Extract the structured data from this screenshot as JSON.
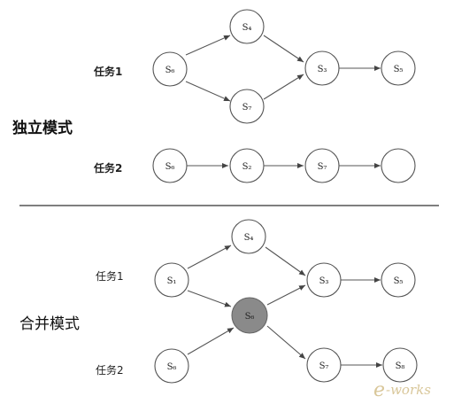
{
  "labels": {
    "independent_mode": "独立模式",
    "merged_mode": "合并模式",
    "top_task1": "任务1",
    "top_task2": "任务2",
    "bottom_task1": "任务1",
    "bottom_task2": "任务2"
  },
  "top_nodes": {
    "task1_start": "S₆",
    "branch_upper": "S₄",
    "branch_lower": "S₇",
    "join": "S₃",
    "end": "S₅",
    "task2_start": "S₆",
    "task2_mid": "S₂",
    "task2_next": "S₇",
    "task2_end": ""
  },
  "bottom_nodes": {
    "task1_start": "S₁",
    "branch_upper": "S₄",
    "shared": "S₆",
    "join": "S₃",
    "end": "S₅",
    "task2_start": "S₆",
    "task2_next": "S₇",
    "task2_end": "S₈"
  },
  "watermark": {
    "e": "e",
    "text": "-works"
  },
  "colors": {
    "shared_node_fill": "#8a8a8a",
    "watermark": "#d9c79a"
  }
}
